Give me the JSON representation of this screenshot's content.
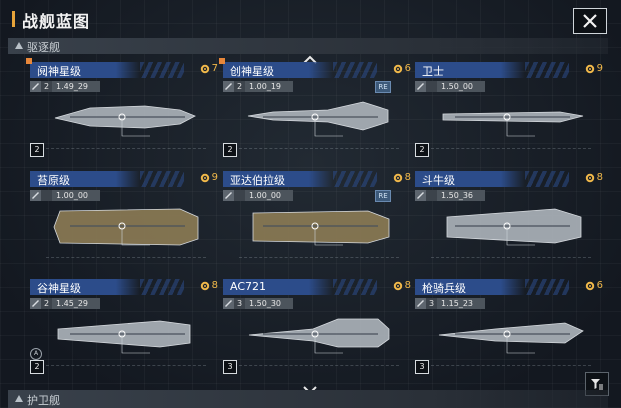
{
  "app": {
    "title": "战舰蓝图"
  },
  "section": {
    "label": "驱逐舰"
  },
  "footer_section": {
    "label": "护卫舰"
  },
  "colors": {
    "accent": "#e8a43a",
    "name_bar": "#2c4c8a",
    "cost": "#f0b84a"
  },
  "icons": {
    "close": "close-icon",
    "filter": "filter-icon",
    "scroll_up": "chevron-up-icon",
    "scroll_down": "chevron-down-icon"
  },
  "ships": [
    {
      "name": "阋神星级",
      "cost": "7",
      "tier": "2",
      "value": "1.49_29",
      "slot": "2",
      "re": "",
      "new": true,
      "badge": ""
    },
    {
      "name": "创神星级",
      "cost": "6",
      "tier": "2",
      "value": "1.00_19",
      "slot": "2",
      "re": "RE",
      "new": true,
      "badge": ""
    },
    {
      "name": "卫士",
      "cost": "9",
      "tier": "",
      "value": "1.50_00",
      "slot": "2",
      "re": "",
      "new": false,
      "badge": ""
    },
    {
      "name": "苔原级",
      "cost": "9",
      "tier": "",
      "value": "1.00_00",
      "slot": "",
      "re": "",
      "new": false,
      "badge": ""
    },
    {
      "name": "亚达伯拉级",
      "cost": "8",
      "tier": "",
      "value": "1.00_00",
      "slot": "",
      "re": "RE",
      "new": false,
      "badge": ""
    },
    {
      "name": "斗牛级",
      "cost": "8",
      "tier": "",
      "value": "1.50_36",
      "slot": "",
      "re": "",
      "new": false,
      "badge": ""
    },
    {
      "name": "谷神星级",
      "cost": "8",
      "tier": "2",
      "value": "1.45_29",
      "slot": "2",
      "re": "",
      "new": false,
      "badge": "A"
    },
    {
      "name": "AC721",
      "cost": "8",
      "tier": "3",
      "value": "1.50_30",
      "slot": "3",
      "re": "",
      "new": false,
      "badge": ""
    },
    {
      "name": "枪骑兵级",
      "cost": "6",
      "tier": "3",
      "value": "1.15_23",
      "slot": "3",
      "re": "",
      "new": false,
      "badge": ""
    }
  ]
}
